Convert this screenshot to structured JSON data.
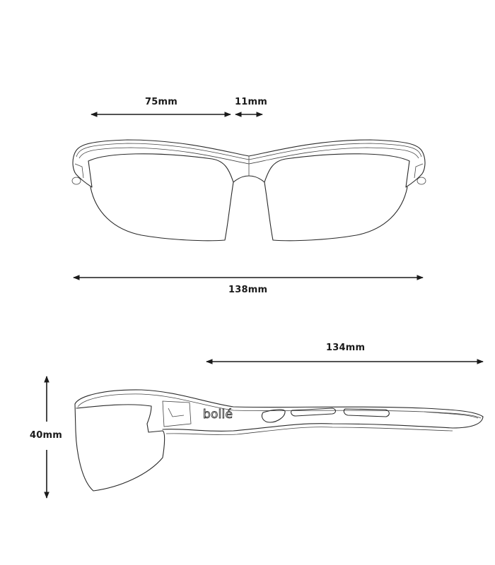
{
  "diagram": {
    "subject": "bollé sport sunglasses technical drawing",
    "brand_mark": "bollé",
    "front_view": {
      "lens_width": "75mm",
      "bridge_width": "11mm",
      "frame_width": "138mm"
    },
    "side_view": {
      "temple_length": "134mm",
      "lens_height": "40mm"
    },
    "colors": {
      "line": "#2a2a2a",
      "background": "#ffffff"
    }
  }
}
